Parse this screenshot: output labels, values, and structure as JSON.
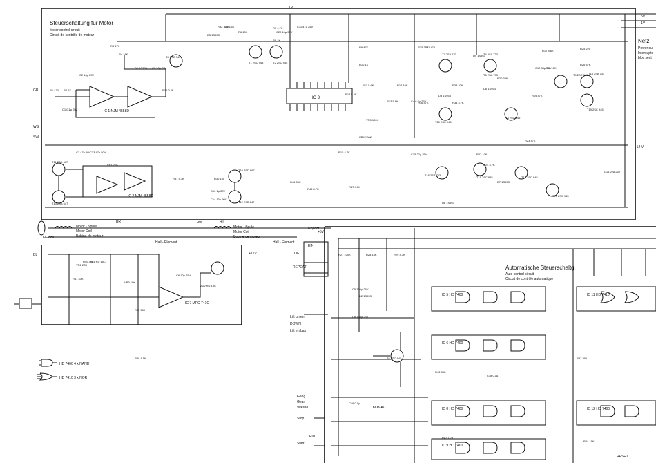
{
  "motor_section": {
    "title": "Steuerschaltung für Motor",
    "subtitle_en": "Motor control circuit",
    "subtitle_fr": "Circuit de contrôle de moteur"
  },
  "auto_section": {
    "title": "Automatische Steuerschaltg.",
    "subtitle_en": "Auto control circuit",
    "subtitle_fr": "Circuit de contrôle automatique"
  },
  "power_section": {
    "title": "Netz",
    "line1": "Power su",
    "line2": "Intercupte",
    "line3": "bloc sect"
  },
  "motor_coil": {
    "de": "Motor - Spule",
    "en": "Motor Coil",
    "fr": "Bobine de moteur"
  },
  "motor_coil_2": {
    "de": "Motor - Spule",
    "en": "Motor Coil",
    "fr": "Bobine de moteur"
  },
  "hall_1": "Hall - Element",
  "hall_2": "Hall - Element",
  "fg_coil": "FG coil",
  "connector_labels": {
    "ws": "WS",
    "sw": "SW",
    "gr": "GR",
    "bl": "BL",
    "br": "BR",
    "rt": "RT",
    "ge": "GE",
    "tp": "TP"
  },
  "controls": {
    "repeat": "Repeat",
    "lift": "LIFT",
    "repeat_sw": "REPEAT",
    "ein": "EIN",
    "lift_unten": "Lift unten",
    "down": "DOWN",
    "lift_en_bas": "Lift en bas",
    "gang": "Gang",
    "gear": "Gear",
    "vitesse": "Vitesse",
    "stop": "Stop",
    "start": "Start",
    "reset": "RESET"
  },
  "ics": {
    "ic1": "IC 1 NJM 4558D",
    "ic2": "IC 2 NJM 4558D",
    "ic3": "IC 3",
    "ic5": "IC 5  HD 7400",
    "ic6": "IC 6  HD 7400",
    "ic7": "IC 7 MPC 741C",
    "ic8": "IC 8  HD 7400",
    "ic9": "IC 9  HD 7400",
    "ic11": "IC 11  HD 7410",
    "ic12": "IC 12  HD 7400"
  },
  "legend": {
    "nand": "HD 7400   4 x NAND",
    "nor": "HD 7410   3 x NOR"
  },
  "transistors": [
    "T1 2SC 945",
    "T2 2SC 945",
    "T3 2SC 945",
    "T4 2SA 733",
    "T5 2SA 733",
    "T6 2SC 945",
    "T7 2SA 733",
    "T8 2SC 945",
    "T9 2SC 945",
    "T10 2SD 667",
    "T11 2SD 667",
    "T12 2SB 647",
    "T13 2SB 647",
    "T14 2SC 945",
    "T15 2SC 945",
    "T16 2SA 733",
    "T17 2SC 945",
    "T18 2SA 733",
    "T19 2SC 945",
    "T20 2SC 945"
  ],
  "resistors": [
    "R1 470",
    "R2 1K",
    "R3 47K",
    "R4 18K",
    "R5 5.6K",
    "R6 10K",
    "R7 4.7K",
    "R8 1K",
    "R9 47K",
    "R10 1K",
    "R11 5.6K",
    "R12 10K",
    "R13 5.6K",
    "R14 5.6K",
    "R15 4.7K",
    "R16 2.2K",
    "R17 5.6K",
    "R18 15K",
    "R19 47K",
    "R20 33K",
    "R21 47K",
    "R22 10K",
    "R23 47K",
    "R24 4.7K",
    "R25 220",
    "R26 47K",
    "R27 100K",
    "R28 15K",
    "R29 4.7K",
    "R30 150",
    "R31 4.7K",
    "R32 120K",
    "R33 22K",
    "R34 4.7K",
    "R35 33K",
    "R36 47K",
    "R37 39K",
    "R38 1.5K",
    "R39 560",
    "R40 39K",
    "R41 47K",
    "R42 1.2K",
    "R43 33K",
    "R44 15K",
    "R45 4.7K",
    "R46 39K",
    "R47 4.7K"
  ],
  "capacitors": [
    "C1 0.1µ 25V",
    "C2 10µ 25V",
    "C3 47n 50V",
    "C4 6.8µ 25V",
    "C5 100µ 25V",
    "C6 10µ 25V",
    "C7 10µ 25V",
    "C8 100µ 25V",
    "C9 0.1µ",
    "C10 1µ 50V",
    "C11 47µ 25V",
    "C12 33µ 25V",
    "C13 47n 50V",
    "C14 10µ 50V",
    "C15 22µ 25V",
    "C16 22µ 25V",
    "C17 0.1µ",
    "C18 0.1µ",
    "C19 0.1µ",
    "C20 10µ 50V"
  ],
  "diodes": [
    "D1 1S953",
    "D2 1S953",
    "D3 1S953",
    "D4 1S953",
    "D5 1S953",
    "D6 1S953",
    "D7 1S953",
    "D8 1S953",
    "ZD1 RD 15C",
    "ZD2 RD 15C"
  ],
  "trimmers": [
    "VR1 22K",
    "VR2 22K",
    "VR3 10K",
    "VR4 100K",
    "VR5 100K"
  ],
  "rails": {
    "plus12": "+12V",
    "minus12": "-12 V",
    "v5": "5V",
    "v1": "1V",
    "v_plus5": "+5V"
  }
}
